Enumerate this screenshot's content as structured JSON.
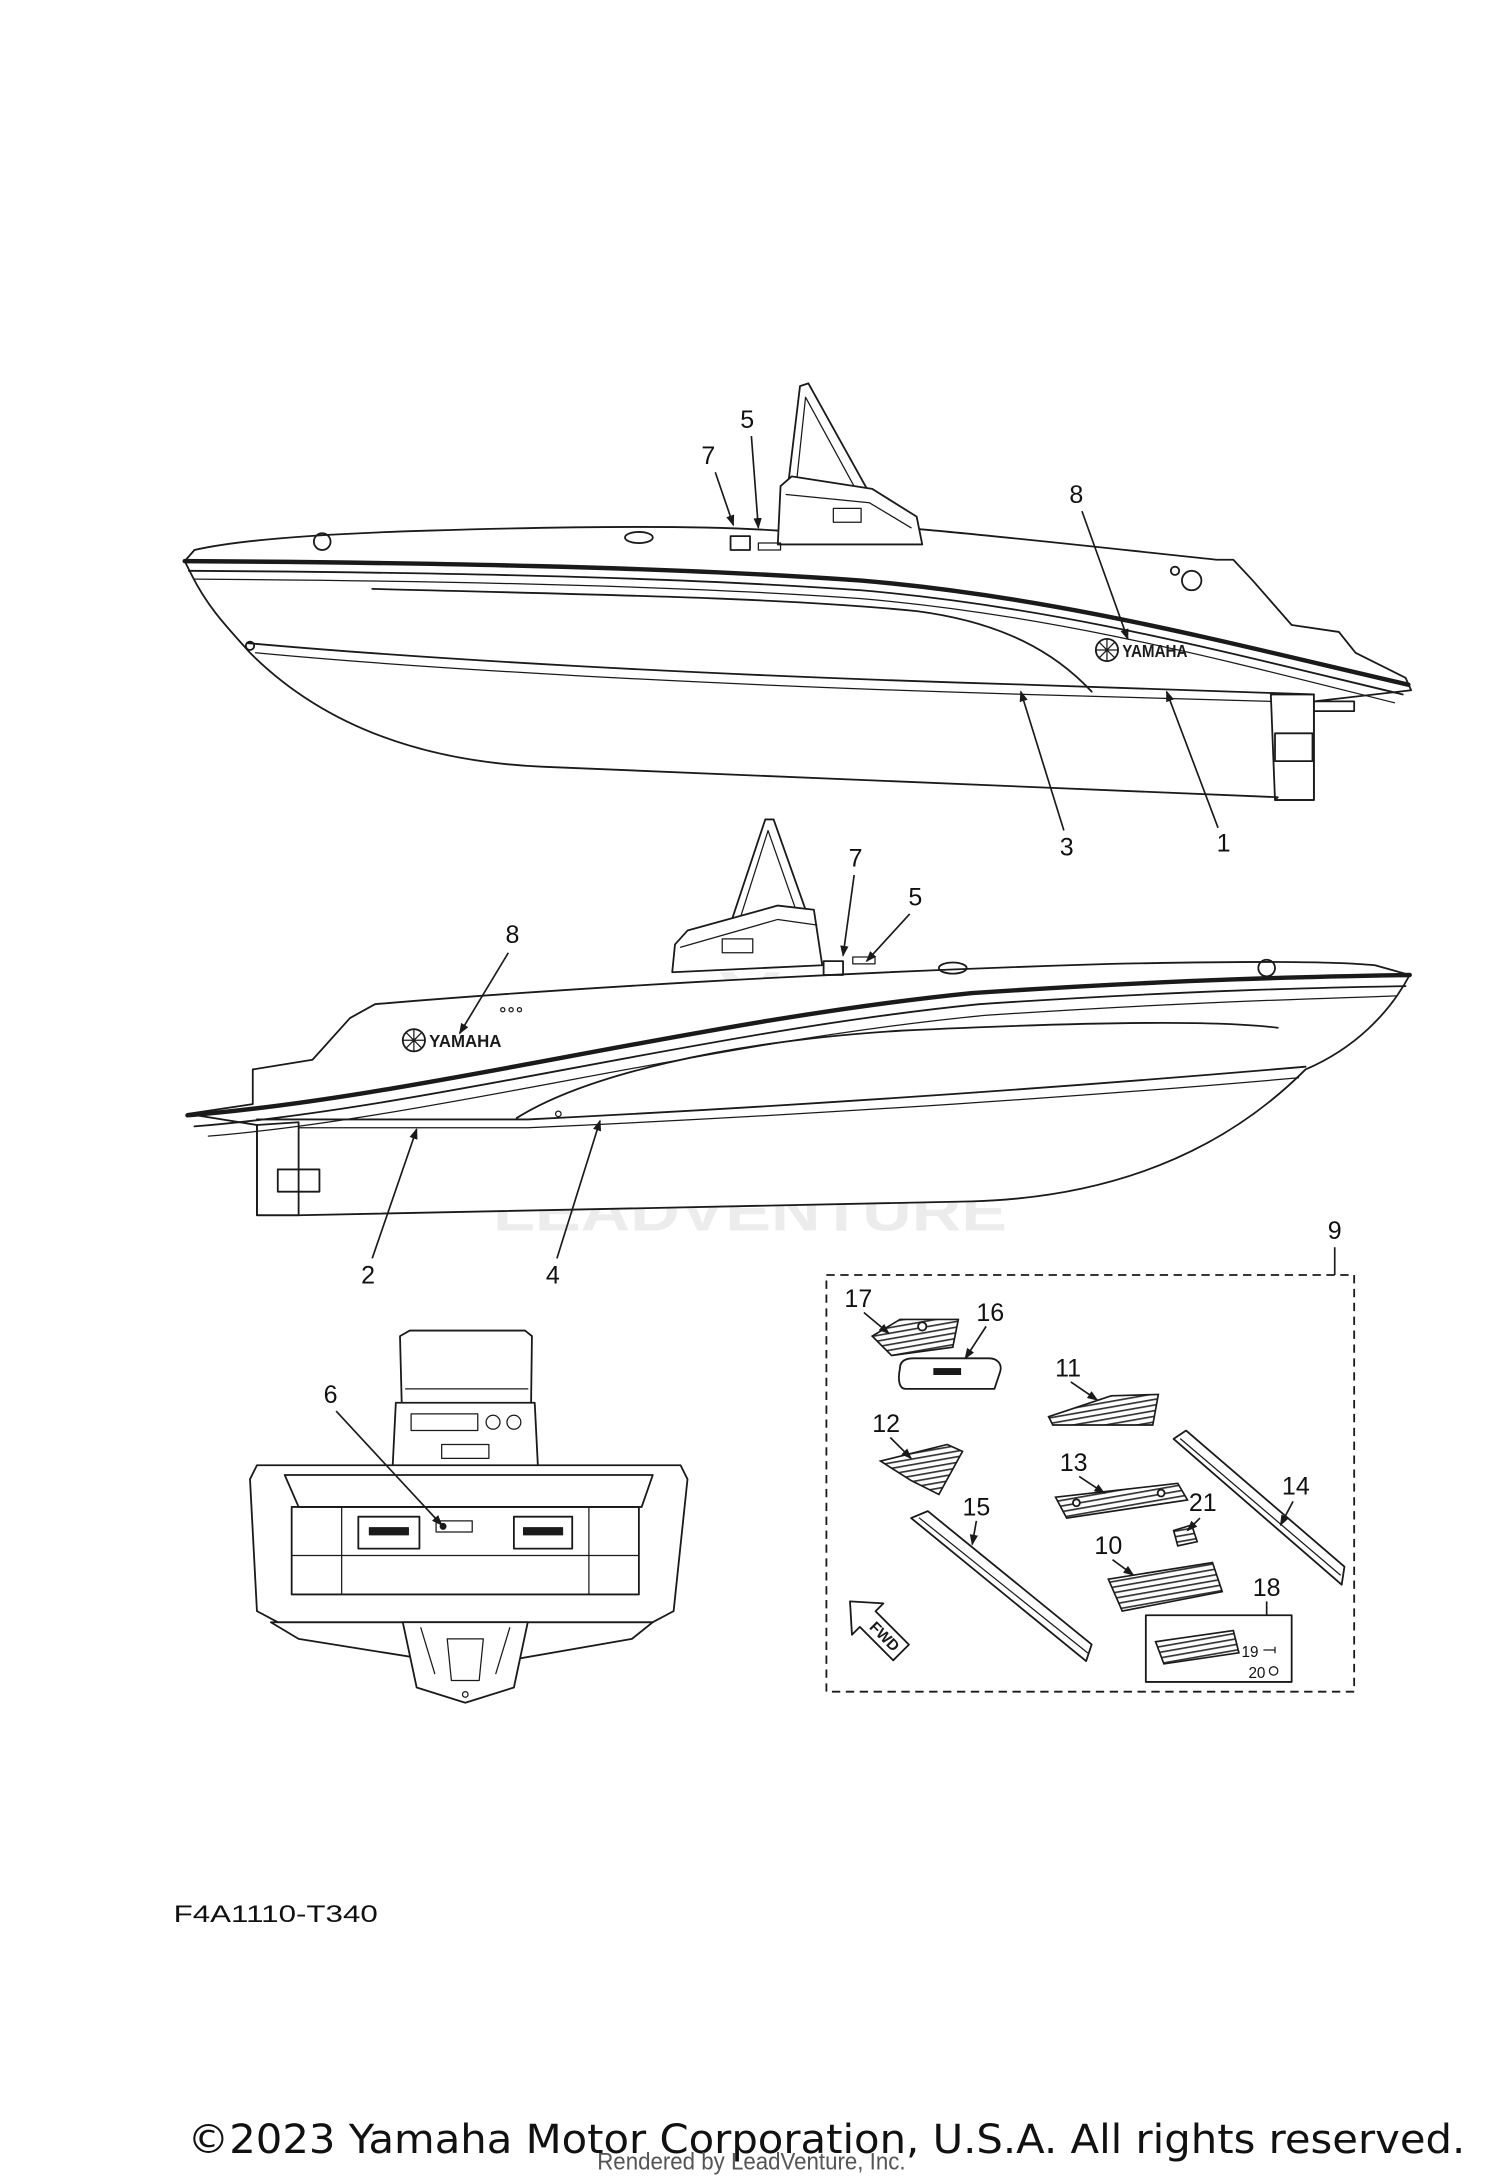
{
  "diagram": {
    "part_code": "F4A1110-T340",
    "copyright": "©2023 Yamaha Motor Corporation, U.S.A. All rights reserved.",
    "rendered_by": "Rendered by LeadVenture, Inc.",
    "watermark": "LEADVENTURE",
    "brand_logo_text": "YAMAHA",
    "fwd_arrow_label": "FWD"
  },
  "side_view_bow_left": {
    "callouts": [
      "5",
      "7",
      "8",
      "3",
      "1"
    ]
  },
  "side_view_bow_right": {
    "callouts": [
      "7",
      "5",
      "8",
      "2",
      "4"
    ]
  },
  "stern_view": {
    "callouts": [
      "6"
    ]
  },
  "deck_mat_kit": {
    "kit_callout": "9",
    "callouts": [
      "17",
      "16",
      "11",
      "12",
      "13",
      "14",
      "21",
      "15",
      "10",
      "18",
      "19",
      "20"
    ]
  },
  "colors": {
    "line": "#1a1a1a",
    "watermark": "#ececec",
    "background": "#ffffff"
  }
}
